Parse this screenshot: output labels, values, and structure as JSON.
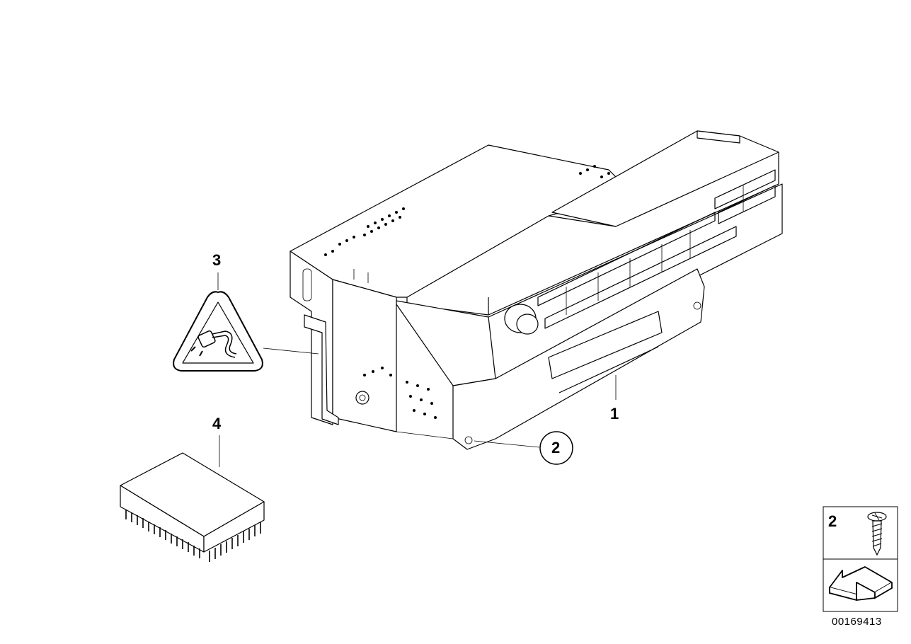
{
  "callouts": {
    "part1": "1",
    "part2": "2",
    "part3": "3",
    "part4": "4"
  },
  "legend": {
    "part_number": "2"
  },
  "diagram_number": "00169413"
}
